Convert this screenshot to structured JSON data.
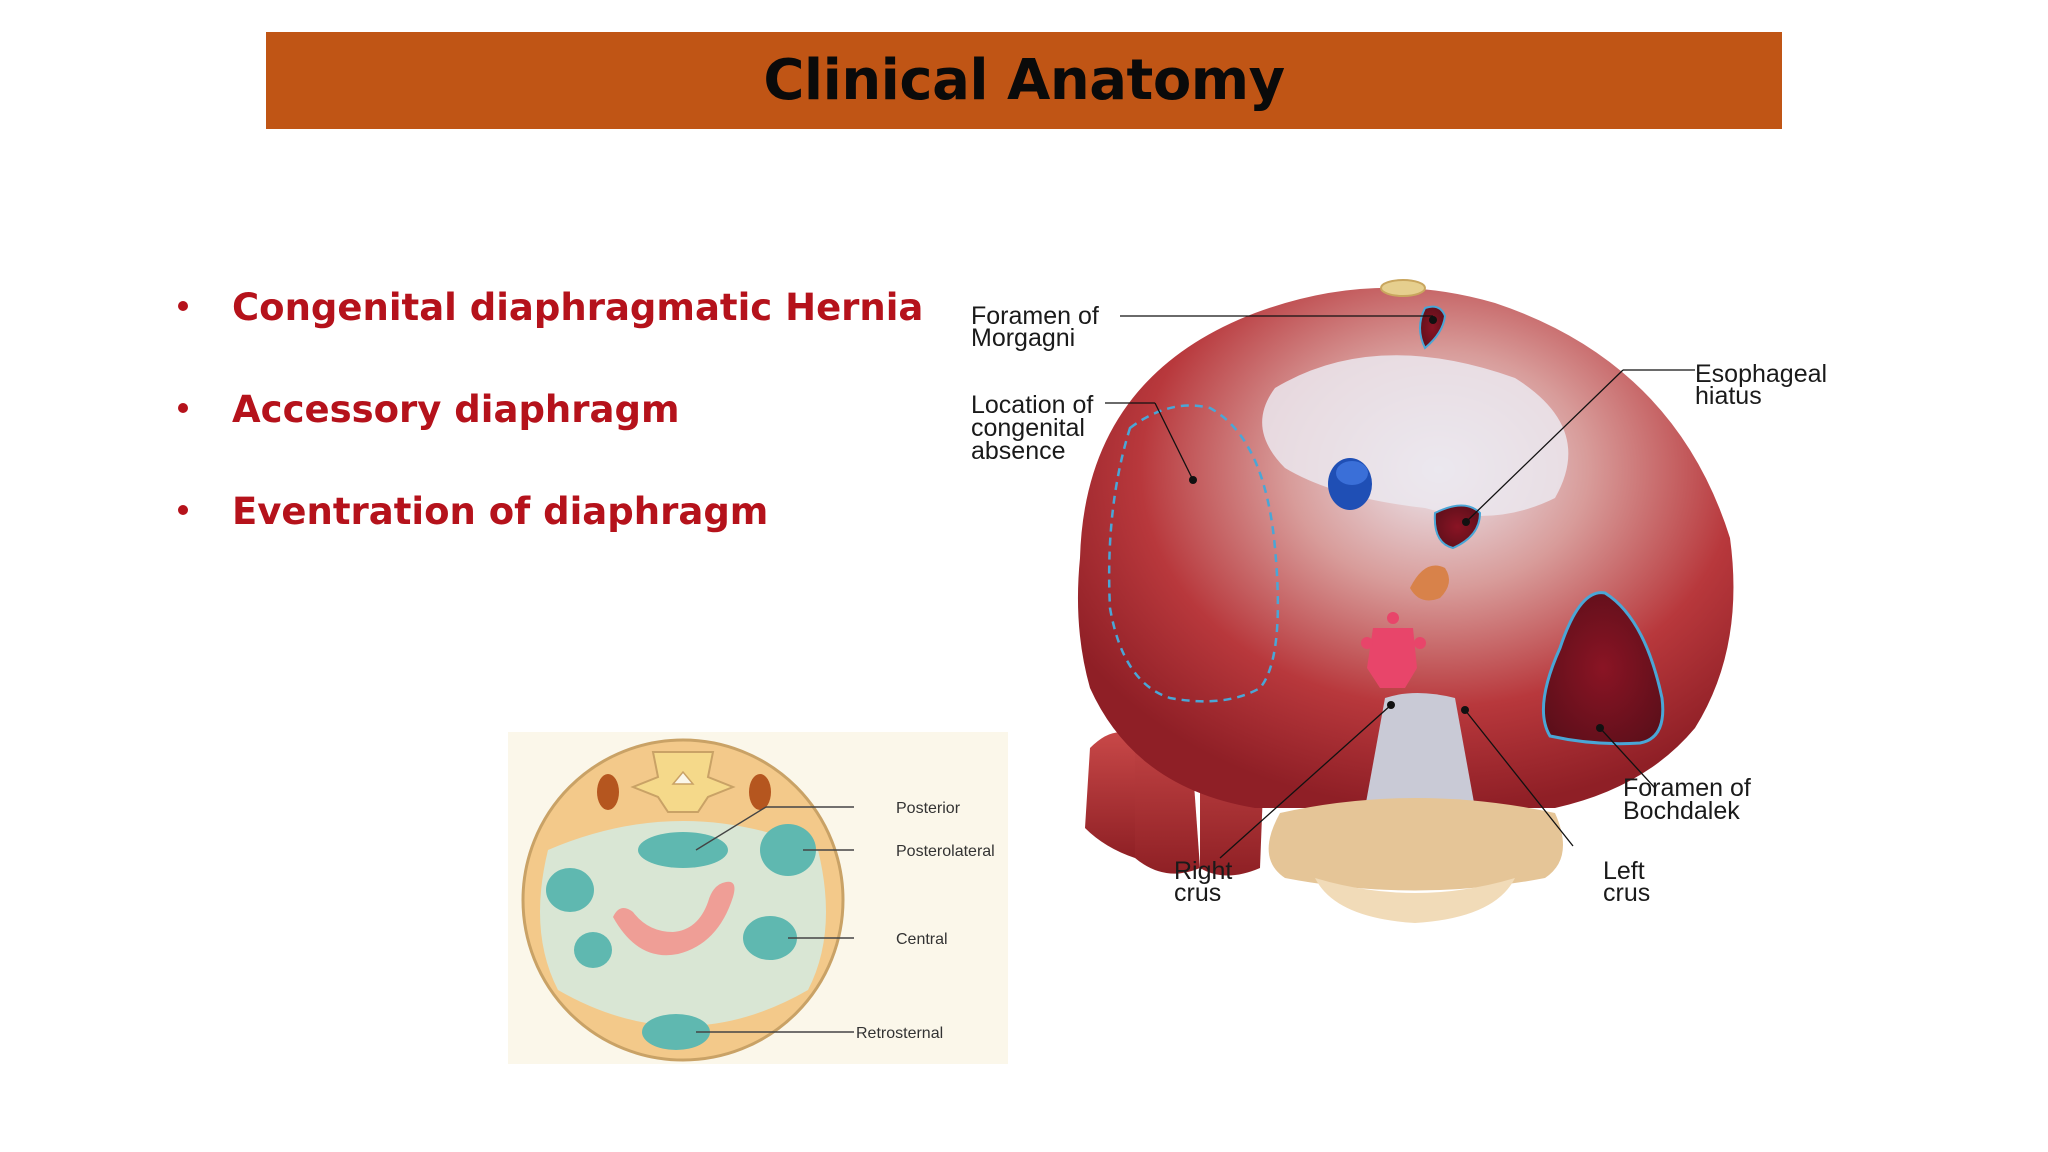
{
  "slide": {
    "title": "Clinical Anatomy",
    "bullets": [
      "Congenital diaphragmatic Hernia",
      "Accessory diaphragm",
      "Eventration of diaphragm"
    ]
  },
  "figure_small": {
    "labels": {
      "posterior": "Posterior",
      "posterolateral": "Posterolateral",
      "central": "Central",
      "retrosternal": "Retrosternal"
    }
  },
  "figure_large": {
    "labels": {
      "morgagni_1": "Foramen of",
      "morgagni_2": "Morgagni",
      "location_1": "Location of",
      "location_2": "congenital",
      "location_3": "absence",
      "esophageal_1": "Esophageal",
      "esophageal_2": "hiatus",
      "bochdalek_1": "Foramen of",
      "bochdalek_2": "Bochdalek",
      "right_crus_1": "Right",
      "right_crus_2": "crus",
      "left_crus_1": "Left",
      "left_crus_2": "crus"
    }
  },
  "colors": {
    "title_bar": "#c05515",
    "bullet_text": "#b5121b",
    "muscle": "#b8383c",
    "tendon": "#e8e4ec",
    "defect_fill": "#5fb8b0"
  }
}
